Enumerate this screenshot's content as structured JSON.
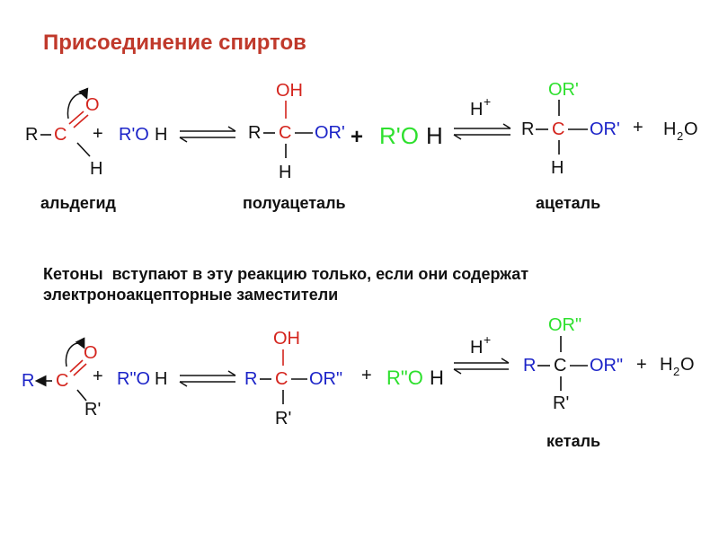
{
  "title": "Присоединение спиртов",
  "note_line1": "Кетоны  вступают в эту реакцию только, если они содержат",
  "note_line2": "электроноакцепторные заместители",
  "colors": {
    "title": "#c0392b",
    "red": "#d4241d",
    "blue": "#1c24c8",
    "green": "#2ee02e",
    "black": "#111111"
  },
  "aldehyde_reaction": {
    "reactant_R": "R",
    "reactant_C": "C",
    "reactant_O": "O",
    "reactant_H": "H",
    "plus1": "+",
    "alcohol_R": "R'O",
    "alcohol_H": "H",
    "hemi_OH": "OH",
    "hemi_R": "R",
    "hemi_C": "C",
    "hemi_OR": "OR'",
    "hemi_H": "H",
    "plus2": "+",
    "alcohol2_R": "R'O",
    "alcohol2_H": "H",
    "catalyst": "H",
    "catalyst_sup": "+",
    "acetal_OR_top": "OR'",
    "acetal_R": "R",
    "acetal_C": "C",
    "acetal_OR": "OR'",
    "plus3": "+",
    "acetal_H": "H",
    "water": "H",
    "water_sub": "2",
    "water_O": "O",
    "label_aldehyde": "альдегид",
    "label_hemiacetal": "полуацеталь",
    "label_acetal": "ацеталь"
  },
  "ketone_reaction": {
    "reactant_R": "R",
    "reactant_C": "C",
    "reactant_O": "O",
    "reactant_R2": "R'",
    "plus1": "+",
    "alcohol_R": "R\"O",
    "alcohol_H": "H",
    "hemi_OH": "OH",
    "hemi_R": "R",
    "hemi_C": "C",
    "hemi_OR": "OR\"",
    "hemi_R2": "R'",
    "plus2": "+",
    "alcohol2_R": "R\"O",
    "alcohol2_H": "H",
    "catalyst": "H",
    "catalyst_sup": "+",
    "ketal_OR_top": "OR\"",
    "ketal_R": "R",
    "ketal_C": "C",
    "ketal_OR": "OR\"",
    "plus3": "+",
    "ketal_R2": "R'",
    "water": "H",
    "water_sub": "2",
    "water_O": "O",
    "label_ketal": "кеталь"
  }
}
